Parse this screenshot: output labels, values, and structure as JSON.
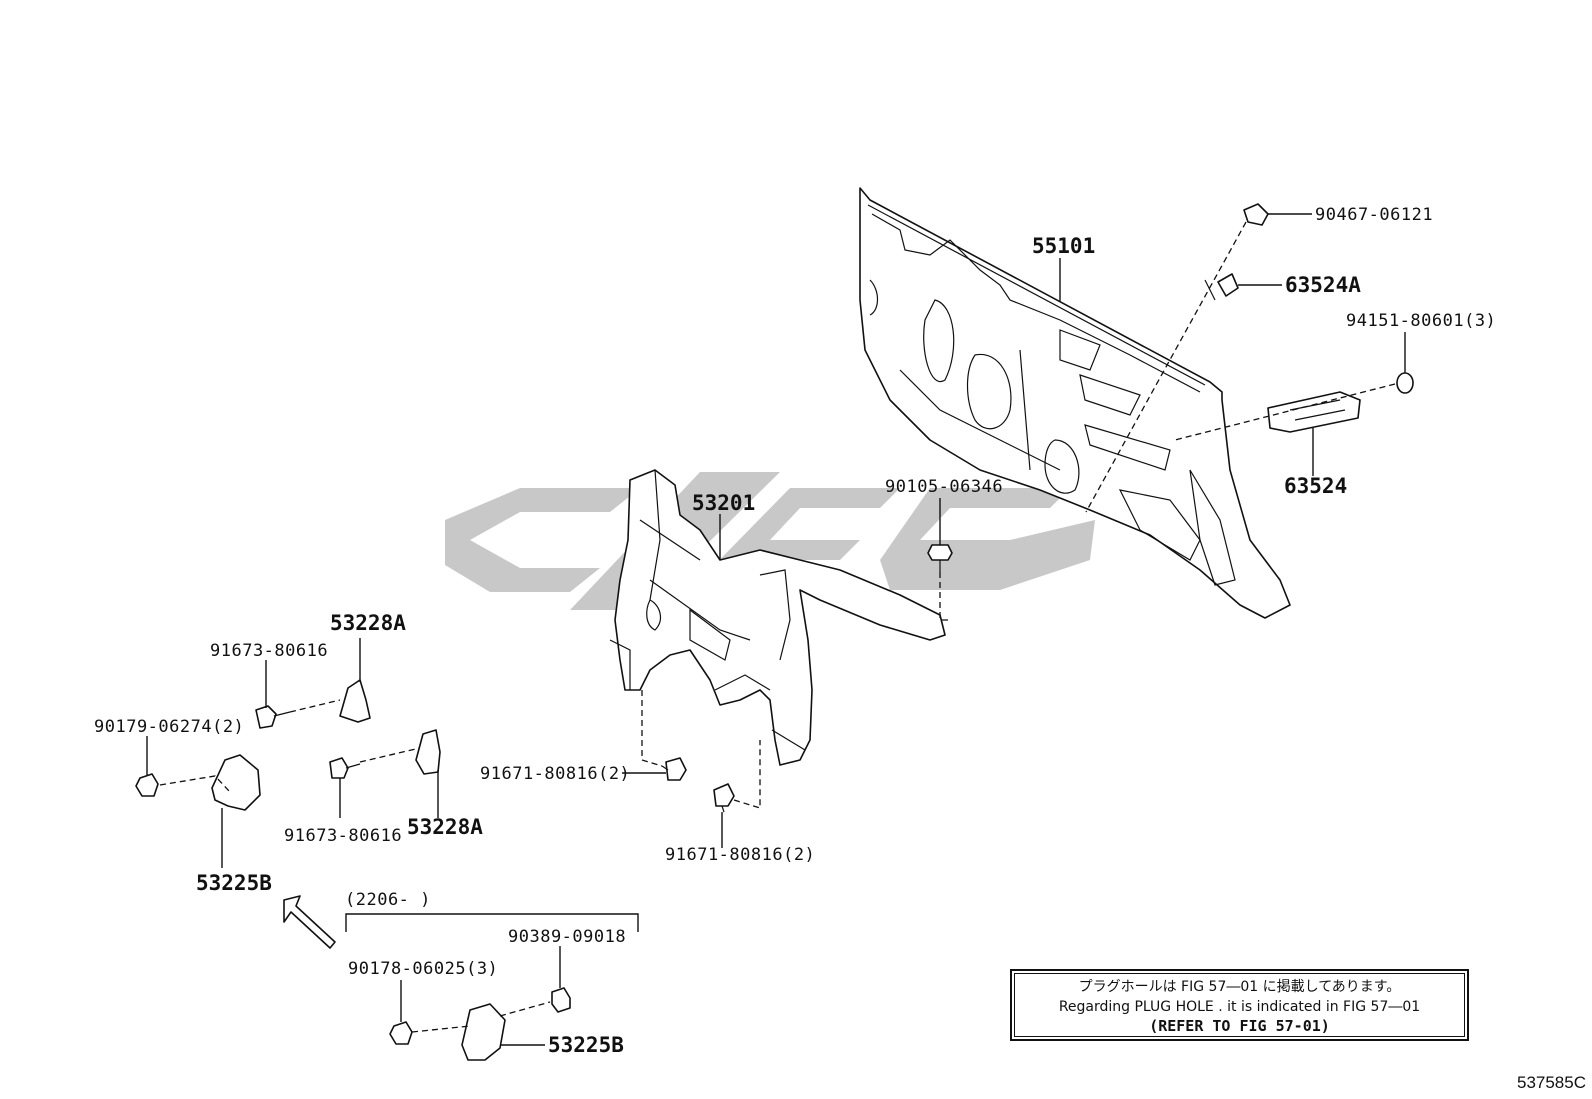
{
  "callouts": {
    "c90467": "90467-06121",
    "c55101": "55101",
    "c63524A": "63524A",
    "c94151": "94151-80601(3)",
    "c63524": "63524",
    "c90105": "90105-06346",
    "c53201": "53201",
    "c53228A_top": "53228A",
    "c91673_top": "91673-80616",
    "c90179": "90179-06274(2)",
    "c91673_bot": "91673-80616",
    "c53228A_bot": "53228A",
    "c91671_left": "91671-80816(2)",
    "c91671_bot": "91671-80816(2)",
    "c53225B_top": "53225B",
    "c2206": "(2206-      )",
    "c90389": "90389-09018",
    "c90178": "90178-06025(3)",
    "c53225B_bot": "53225B"
  },
  "note": {
    "line1": "プラグホールは FIG 57―01 に掲載してあります。",
    "line2": "Regarding PLUG HOLE . it is indicated in FIG 57―01",
    "line3": "(REFER TO FIG 57-01)"
  },
  "figure_code": "537585C",
  "colors": {
    "ink": "#111111",
    "watermark": "#c8c8c8",
    "background": "#ffffff"
  }
}
